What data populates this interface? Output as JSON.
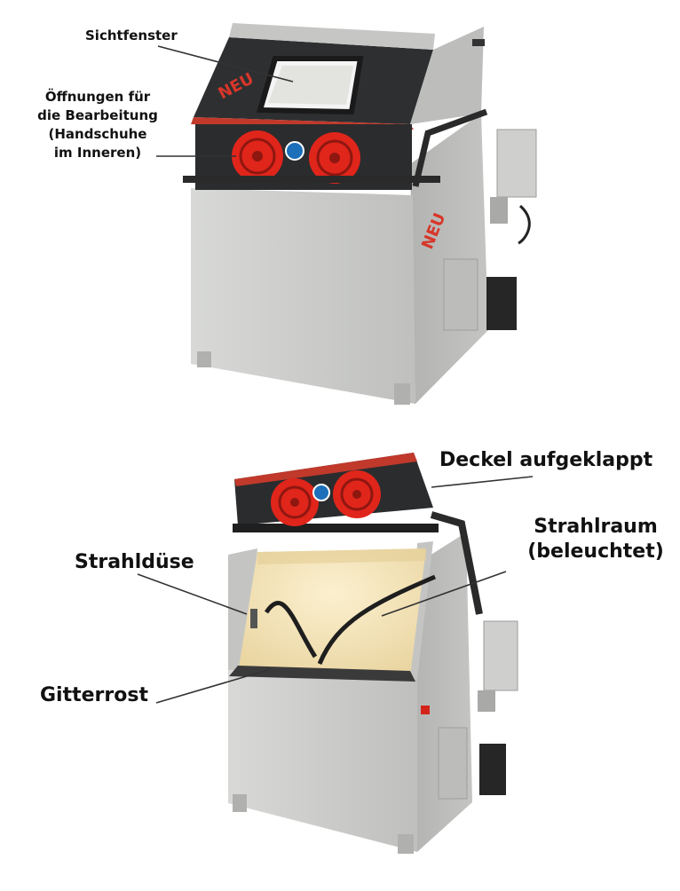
{
  "labels": {
    "sichtfenster": "Sichtfenster",
    "oeffnungen": [
      "Öffnungen für",
      "die Bearbeitung",
      "(Handschuhe",
      "im Inneren)"
    ],
    "deckel": "Deckel aufgeklappt",
    "strahlraum": [
      "Strahlraum",
      "(beleuchtet)"
    ],
    "strahlduese": "Strahldüse",
    "gitterrost": "Gitterrost"
  },
  "badges": {
    "top": "NEU",
    "side": "NEU"
  },
  "colors": {
    "cabinet": "#c9cac8",
    "cabinet_side": "#b8b9b7",
    "panel": "#2b2c2e",
    "port_red": "#e0251b",
    "badge_red": "#d8362a",
    "interior": "#f2e2b4",
    "info_blue": "#1c6fb8"
  }
}
